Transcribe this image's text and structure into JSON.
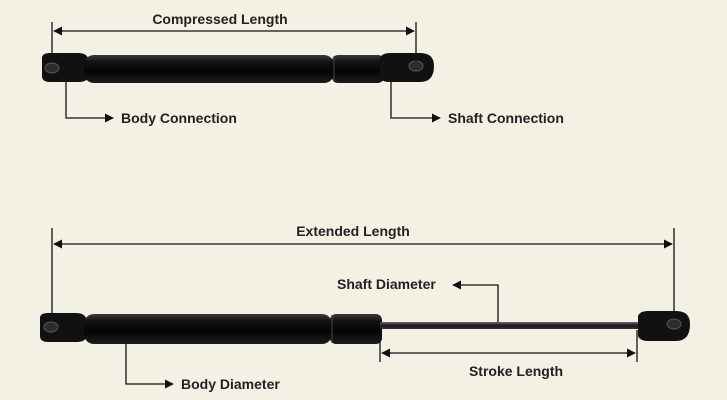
{
  "labels": {
    "compressed_length": "Compressed Length",
    "body_connection": "Body Connection",
    "shaft_connection": "Shaft Connection",
    "extended_length": "Extended Length",
    "shaft_diameter": "Shaft Diameter",
    "stroke_length": "Stroke Length",
    "body_diameter": "Body Diameter"
  },
  "colors": {
    "background": "#f3f0e4",
    "strut": "#0b0b0b",
    "line": "#111111",
    "text": "#222222"
  }
}
